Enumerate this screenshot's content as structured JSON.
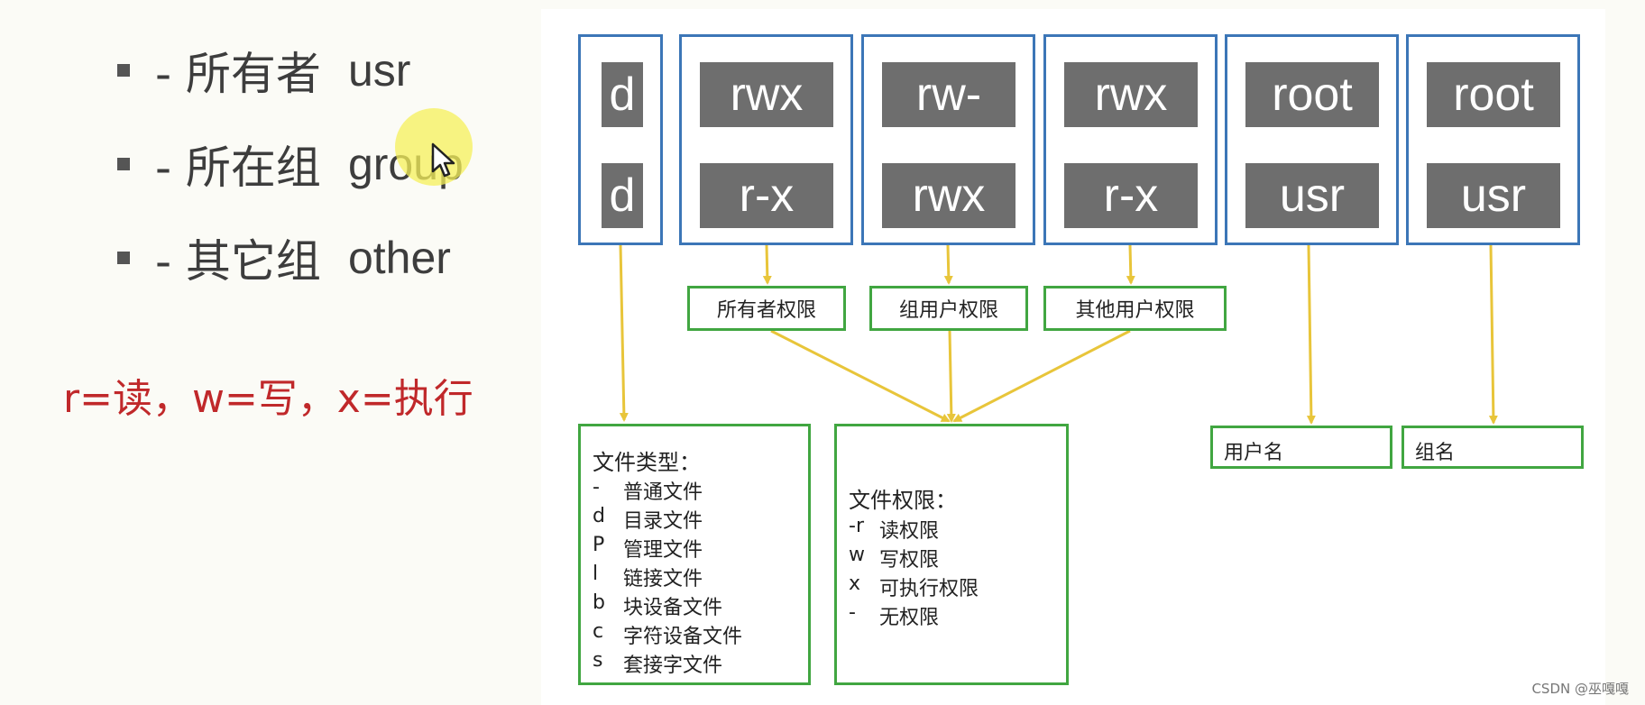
{
  "bullets": [
    {
      "prefix": "- 所有者",
      "term": "usr"
    },
    {
      "prefix": "- 所在组",
      "term": "group"
    },
    {
      "prefix": "- 其它组",
      "term": "other"
    }
  ],
  "legend": "r=读，w=写，x=执行",
  "columns": [
    {
      "top": "d",
      "bottom": "d"
    },
    {
      "top": "rwx",
      "bottom": "r-x"
    },
    {
      "top": "rw-",
      "bottom": "rwx"
    },
    {
      "top": "rwx",
      "bottom": "r-x"
    },
    {
      "top": "root",
      "bottom": "usr"
    },
    {
      "top": "root",
      "bottom": "usr"
    }
  ],
  "permission_labels": [
    "所有者权限",
    "组用户权限",
    "其他用户权限"
  ],
  "file_type": {
    "title": "文件类型：",
    "items": [
      {
        "key": "-",
        "value": "普通文件"
      },
      {
        "key": "d",
        "value": "目录文件"
      },
      {
        "key": "P",
        "value": "管理文件"
      },
      {
        "key": "l",
        "value": "链接文件"
      },
      {
        "key": "b",
        "value": "块设备文件"
      },
      {
        "key": "c",
        "value": "字符设备文件"
      },
      {
        "key": "s",
        "value": "套接字文件"
      }
    ]
  },
  "file_permission": {
    "title": "文件权限：",
    "items": [
      {
        "key": "-r",
        "value": "读权限"
      },
      {
        "key": "w",
        "value": "写权限"
      },
      {
        "key": "x",
        "value": "可执行权限"
      },
      {
        "key": "-",
        "value": "无权限"
      }
    ]
  },
  "user_label": "用户名",
  "group_label": "组名",
  "watermark": "CSDN @巫嘎嘎",
  "colors": {
    "blue_border": "#3c76b7",
    "green_border": "#41a641",
    "arrow": "#e8c53a",
    "chip": "#6e6e6e",
    "legend_red": "#c0282a"
  }
}
